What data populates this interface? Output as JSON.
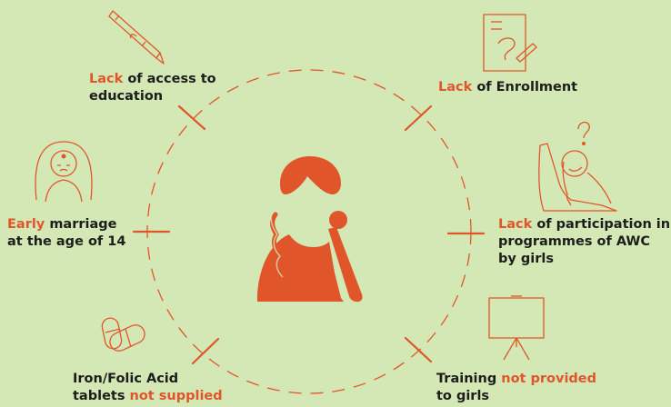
{
  "colors": {
    "background": "#d4e8b6",
    "accent": "#e0562a",
    "text": "#1d1d1b"
  },
  "center": {
    "icon": "sad-girl-icon"
  },
  "barriers": [
    {
      "id": "education",
      "icon": "pencil-icon",
      "line1_hl": "Lack",
      "line1_rest": " of access to",
      "line2_pre": "education",
      "line2_hl": ""
    },
    {
      "id": "enrollment",
      "icon": "form-icon",
      "line1_hl": "Lack",
      "line1_rest": " of Enrollment",
      "line2_pre": "",
      "line2_hl": ""
    },
    {
      "id": "marriage",
      "icon": "bride-icon",
      "line1_hl": "Early",
      "line1_rest": " marriage",
      "line2_pre": "at the age of 14",
      "line2_hl": ""
    },
    {
      "id": "participation",
      "icon": "confused-girl-icon",
      "line1_hl": "Lack",
      "line1_rest": " of participation in",
      "line2_pre": "programmes of AWC",
      "line2_hl": "",
      "line3": "by girls"
    },
    {
      "id": "tablets",
      "icon": "pills-icon",
      "line1_hl": "",
      "line1_rest": "Iron/Folic Acid",
      "line2_pre": "tablets ",
      "line2_hl": "not supplied"
    },
    {
      "id": "training",
      "icon": "presentation-board-icon",
      "line1_hl": "",
      "line1_rest": "Training ",
      "line1_hl2": "not provided",
      "line2_pre": "to girls",
      "line2_hl": ""
    }
  ]
}
